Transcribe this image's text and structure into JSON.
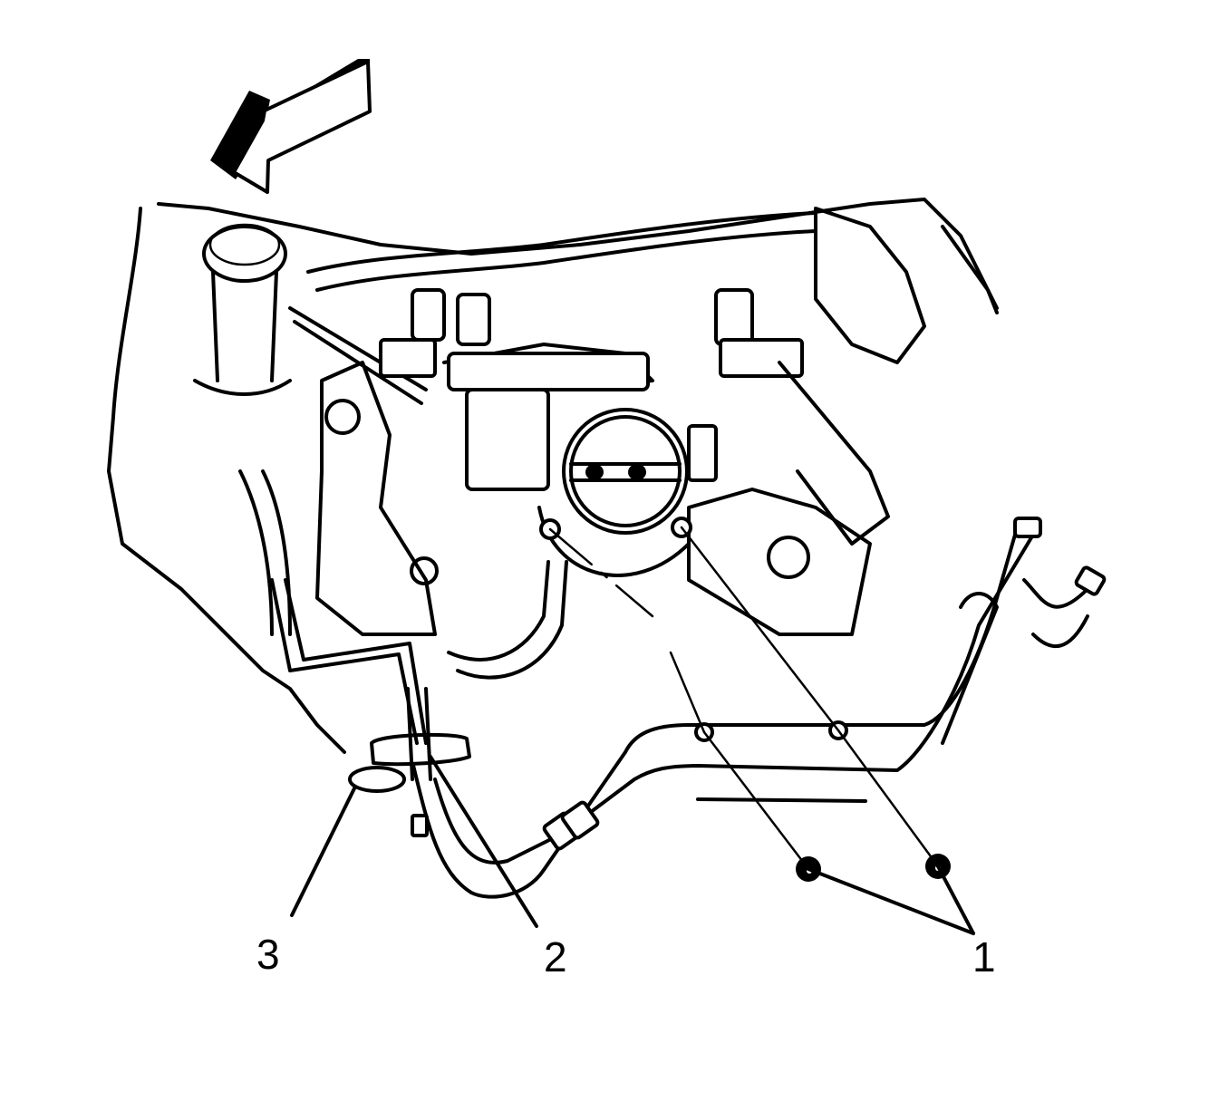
{
  "diagram": {
    "type": "automotive service illustration (line art)",
    "subject": "engine top view with throttle body and heater hose/pipe assembly",
    "colors": {
      "line": "#000000",
      "background": "#ffffff"
    },
    "direction_arrow": {
      "icon": "front-of-vehicle-arrow",
      "points": "down-left"
    },
    "callouts": [
      {
        "id": "1",
        "label": "1",
        "target": "two nuts securing heater pipe bracket to throttle body studs"
      },
      {
        "id": "2",
        "label": "2",
        "target": "upper hose clamp / bracket"
      },
      {
        "id": "3",
        "label": "3",
        "target": "lower hose clamp"
      }
    ]
  }
}
